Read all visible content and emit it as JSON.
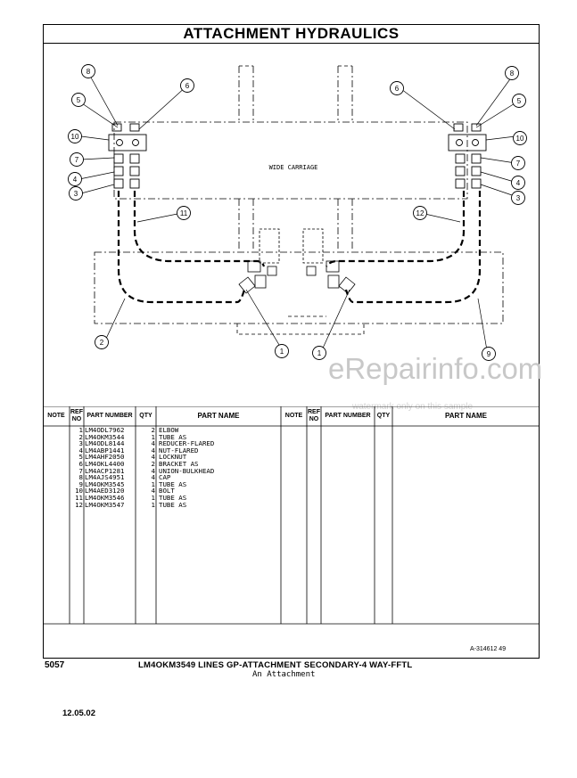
{
  "title": "ATTACHMENT HYDRAULICS",
  "diagram": {
    "label": "WIDE CARRIAGE",
    "callouts": [
      "8",
      "5",
      "6",
      "10",
      "7",
      "4",
      "3",
      "11",
      "2",
      "1",
      "8",
      "5",
      "6",
      "10",
      "7",
      "4",
      "3",
      "12",
      "9",
      "1"
    ]
  },
  "table": {
    "headers": {
      "note": "NOTE",
      "ref_no": "REF NO",
      "part_number": "PART NUMBER",
      "qty": "QTY",
      "part_name": "PART NAME"
    },
    "rows": [
      {
        "no": "1",
        "pn": "LM4ODL7962",
        "qty": "2",
        "name": "ELBOW"
      },
      {
        "no": "2",
        "pn": "LM4OKM3544",
        "qty": "1",
        "name": "TUBE AS"
      },
      {
        "no": "3",
        "pn": "LM4ODL8144",
        "qty": "4",
        "name": "REDUCER-FLARED"
      },
      {
        "no": "4",
        "pn": "LM4ABP1441",
        "qty": "4",
        "name": "NUT-FLARED"
      },
      {
        "no": "5",
        "pn": "LM4AHF2050",
        "qty": "4",
        "name": "LOCKNUT"
      },
      {
        "no": "6",
        "pn": "LM4OKL4400",
        "qty": "2",
        "name": "BRACKET AS"
      },
      {
        "no": "7",
        "pn": "LM4ACP1281",
        "qty": "4",
        "name": "UNION-BULKHEAD"
      },
      {
        "no": "8",
        "pn": "LM4AJS4951",
        "qty": "4",
        "name": "CAP"
      },
      {
        "no": "9",
        "pn": "LM4OKM3545",
        "qty": "1",
        "name": "TUBE AS"
      },
      {
        "no": "10",
        "pn": "LM4AED3120",
        "qty": "4",
        "name": "BOLT"
      },
      {
        "no": "11",
        "pn": "LM4OKM3546",
        "qty": "1",
        "name": "TUBE AS"
      },
      {
        "no": "12",
        "pn": "LM4OKM3547",
        "qty": "1",
        "name": "TUBE AS"
      }
    ]
  },
  "ref_code": "A-314612 49",
  "footer": {
    "number": "5057",
    "title": "LM4OKM3549 LINES GP-ATTACHMENT SECONDARY-4 WAY-FFTL",
    "subtitle": "An Attachment",
    "date": "12.05.02"
  },
  "watermark": {
    "main": "eRepairinfo.com",
    "sub": "watermark only on this sample"
  }
}
